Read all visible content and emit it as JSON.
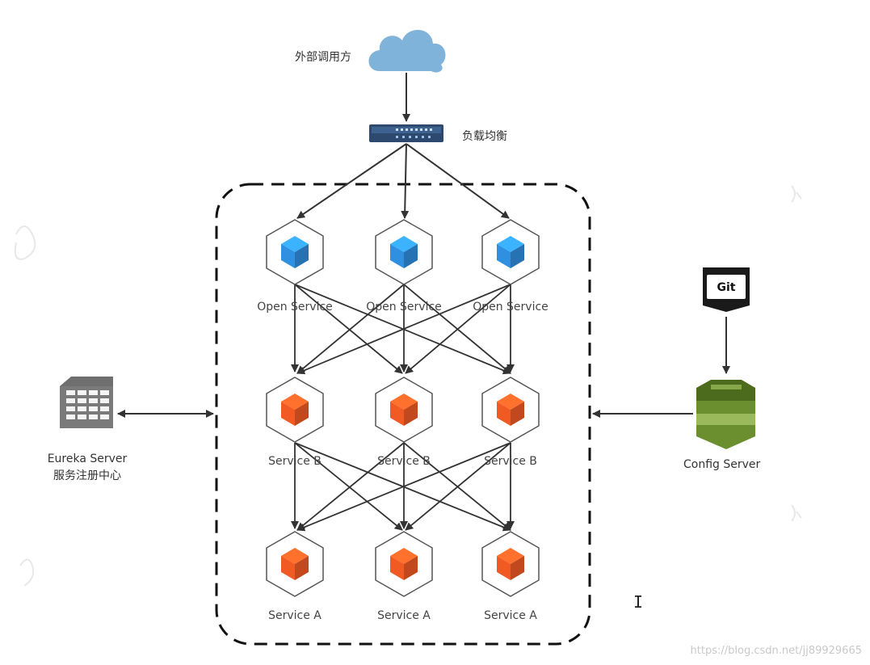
{
  "caller": {
    "label": "外部调用方"
  },
  "load_balancer": {
    "label": "负载均衡"
  },
  "services": {
    "open": "Open Service",
    "b": "Service B",
    "a": "Service A"
  },
  "eureka": {
    "line1": "Eureka Server",
    "line2": "服务注册中心"
  },
  "config": {
    "label": "Config Server",
    "git_label": "Git"
  },
  "colors": {
    "blue_cube": "#2f8fe0",
    "orange_cube": "#f25a24",
    "cloud": "#7fb3d9",
    "switch": "#2d4a6e",
    "aws_green": "#6b8f2e",
    "arrow": "#333333"
  },
  "watermark": "https://blog.csdn.net/jj89929665"
}
